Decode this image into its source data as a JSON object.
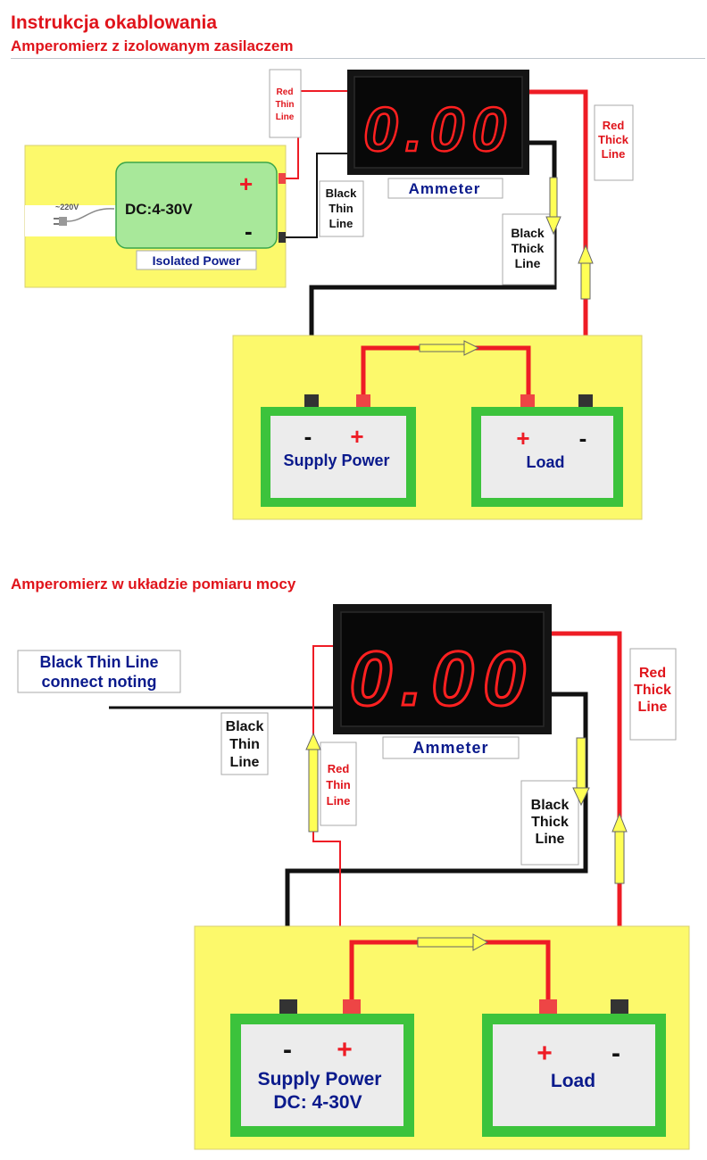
{
  "header": {
    "title": "Instrukcja okablowania",
    "subtitle1": "Amperomierz z izolowanym zasilaczem",
    "subtitle2": "Amperomierz w układzie pomiaru mocy"
  },
  "colors": {
    "title": "#e0141b",
    "red_wire": "#ee1c25",
    "black_wire": "#111111",
    "panel": "#fcf96b",
    "box_green": "#3cc33c",
    "power_green": "#a8e89a",
    "display_digit": "#ff2020",
    "label_red": "#e0141b",
    "label_navy": "#0a1a8c"
  },
  "diagram1": {
    "display": "0.00",
    "ammeter_label": "Ammeter",
    "isolated_power": {
      "label": "Isolated Power",
      "voltage": "DC:4-30V",
      "mains": "~220V",
      "plus": "+",
      "minus": "-"
    },
    "red_thin": [
      "Red",
      "Thin",
      "Line"
    ],
    "black_thin": [
      "Black",
      "Thin",
      "Line"
    ],
    "red_thick": [
      "Red",
      "Thick",
      "Line"
    ],
    "black_thick": [
      "Black",
      "Thick",
      "Line"
    ],
    "supply": {
      "label": "Supply Power",
      "minus": "-",
      "plus": "+"
    },
    "load": {
      "label": "Load",
      "plus": "+",
      "minus": "-"
    }
  },
  "diagram2": {
    "display": "0.00",
    "ammeter_label": "Ammeter",
    "note": [
      "Black Thin Line",
      "connect  noting"
    ],
    "red_thin": [
      "Red",
      "Thin",
      "Line"
    ],
    "black_thin": [
      "Black",
      "Thin",
      "Line"
    ],
    "red_thick": [
      "Red",
      "Thick",
      "Line"
    ],
    "black_thick": [
      "Black",
      "Thick",
      "Line"
    ],
    "supply": {
      "label": "Supply Power",
      "sub": "DC: 4-30V",
      "minus": "-",
      "plus": "+"
    },
    "load": {
      "label": "Load",
      "plus": "+",
      "minus": "-"
    }
  }
}
